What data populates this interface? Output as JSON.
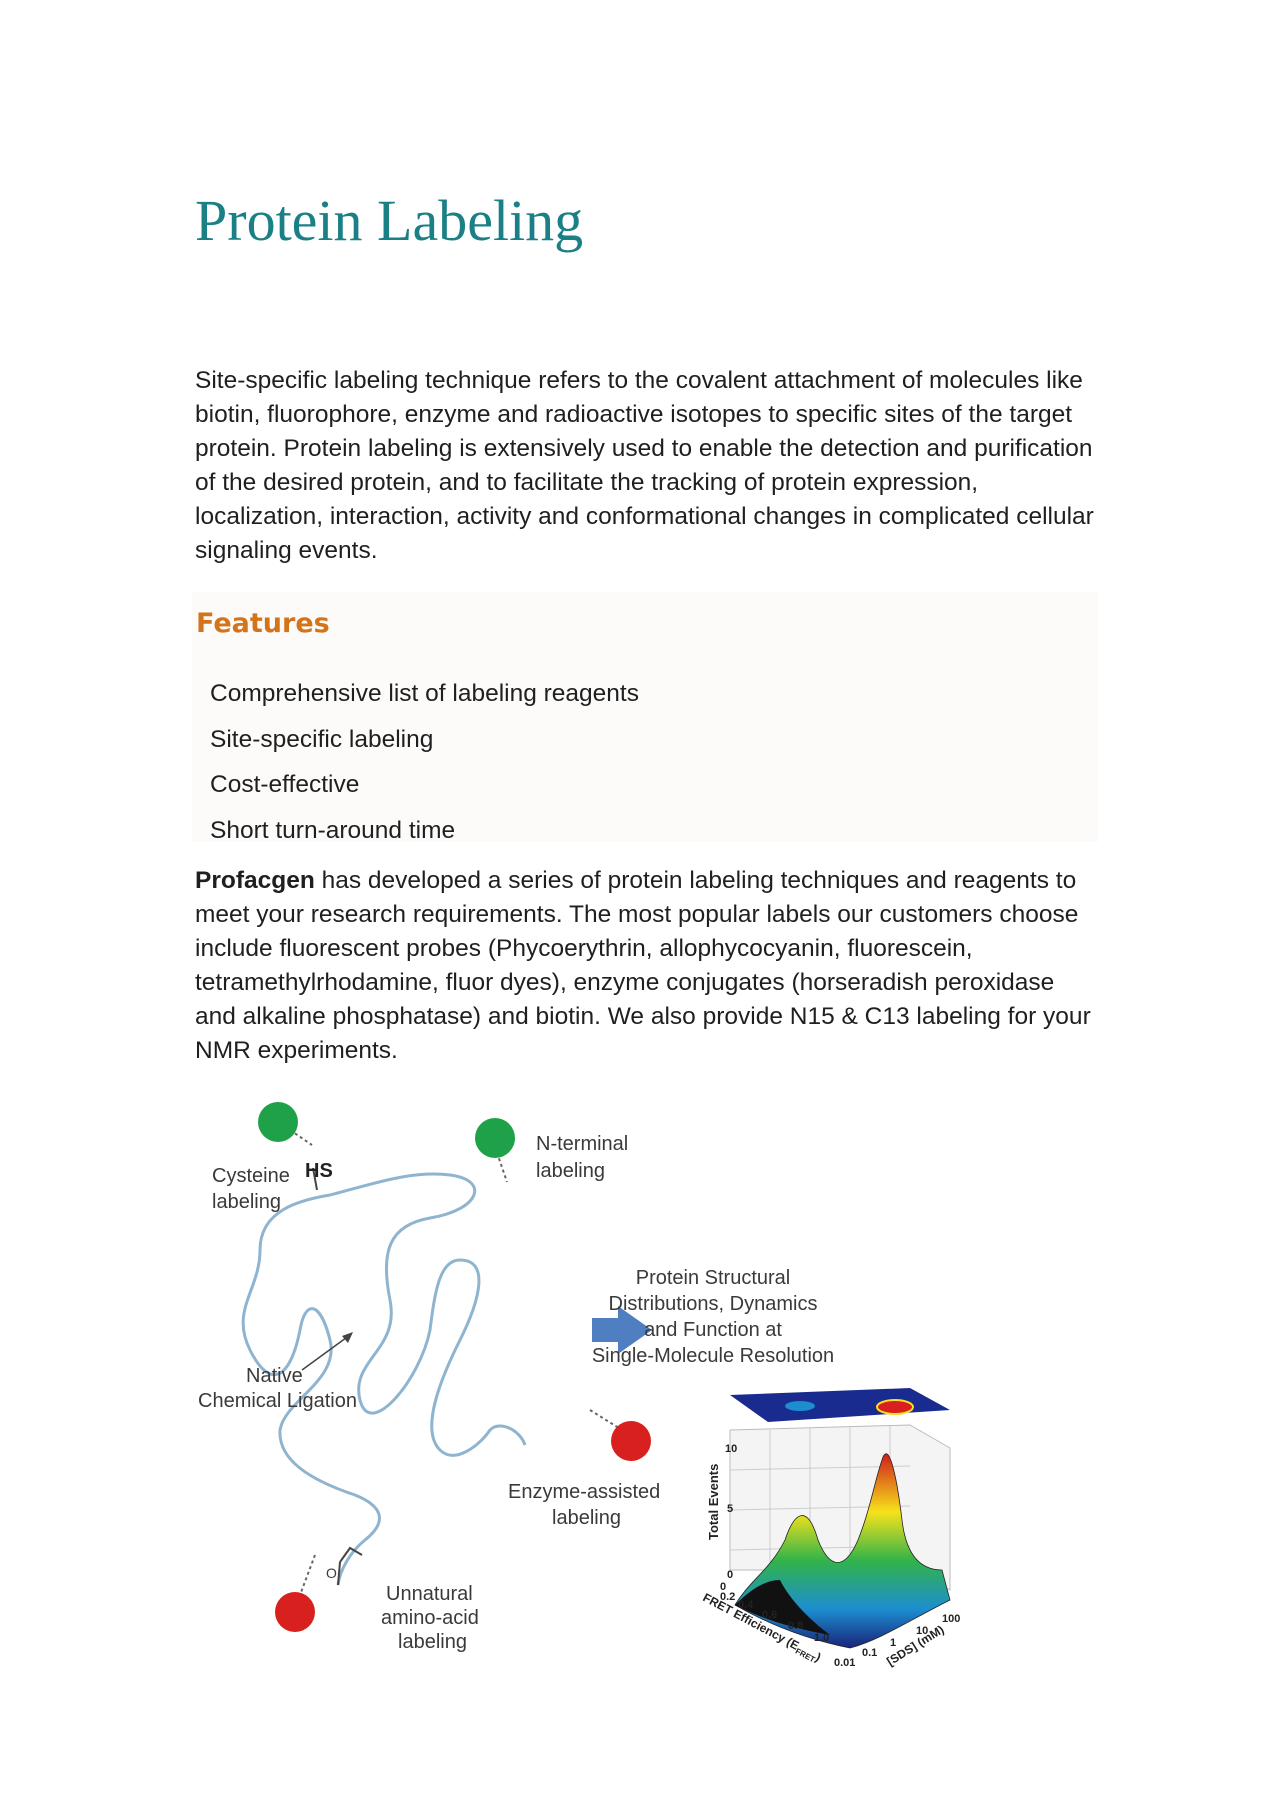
{
  "page": {
    "title": "Protein Labeling",
    "intro": "Site-specific labeling technique refers to the covalent attachment of molecules like biotin, fluorophore, enzyme and radioactive isotopes to specific sites of the target protein. Protein labeling is extensively used to enable the detection and purification of the desired protein, and to facilitate the tracking of protein expression, localization, interaction, activity and conformational changes in complicated cellular signaling events."
  },
  "features": {
    "heading": "Features",
    "items": [
      "Comprehensive list of labeling reagents",
      "Site-specific labeling",
      "Cost-effective",
      "Short turn-around time"
    ]
  },
  "paragraph2": {
    "brand": "Profacgen",
    "text": " has developed a series of protein labeling techniques and reagents to meet your research requirements. The most popular labels our customers choose include fluorescent probes (Phycoerythrin, allophycocyanin, fluorescein, tetramethylrhodamine, fluor dyes), enzyme conjugates (horseradish peroxidase and alkaline phosphatase) and biotin. We also provide N15 & C13 labeling for your NMR experiments."
  },
  "figure": {
    "colors": {
      "green": "#1fa149",
      "red": "#d8201e",
      "strand": "#8fb4d0",
      "arrow": "#4f7fc0"
    },
    "labels": {
      "cysteine_1": "Cysteine",
      "cysteine_2": "labeling",
      "hs": "HS",
      "nterm_1": "N-terminal",
      "nterm_2": "labeling",
      "native_1": "Native",
      "native_2": "Chemical Ligation",
      "unnatural_1": "Unnatural",
      "unnatural_2": "amino-acid",
      "unnatural_3": "labeling",
      "enzyme_1": "Enzyme-assisted",
      "enzyme_2": "labeling",
      "result_1": "Protein Structural",
      "result_2": "Distributions, Dynamics",
      "result_3": "and Function at",
      "result_4": "Single-Molecule Resolution",
      "o_atom": "O"
    },
    "plot": {
      "z_axis_label": "Total Events",
      "x_axis_label": "FRET Efficiency (E",
      "x_axis_subscript": "FRET",
      "x_axis_close": ")",
      "y_axis_label": "[SDS] (mM)",
      "z_ticks": [
        "10",
        "5",
        "0"
      ],
      "x_ticks": [
        "0",
        "0.2",
        "0.4",
        "0.6",
        "0.8",
        "1.0"
      ],
      "y_ticks": [
        "100",
        "10",
        "1",
        "0.1",
        "0.01"
      ]
    }
  }
}
